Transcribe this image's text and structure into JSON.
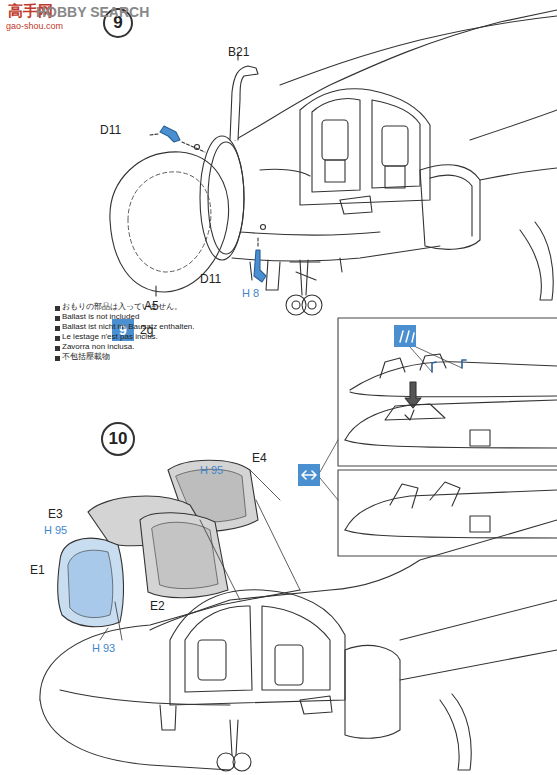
{
  "diagram": {
    "nodes": [
      {
        "text": [
          "9"
        ]
      },
      {
        "text": [
          "9"
        ]
      },
      {
        "text": [
          "10"
        ]
      }
    ],
    "labels": [
      "高手网",
      "HOBBY SEARCH",
      "gao-shou.com",
      "B21",
      "D11",
      "D11",
      "H 8",
      "A5",
      "2g",
      "おもりの部品は入っていません。",
      "Ballast is not included",
      "Ballast ist nicht im Bausatz enthalten.",
      "Le lestage n'est pas inclus.",
      "Zavorra non inclusa.",
      "不包括壓載物",
      "E4",
      "H 95",
      "E3",
      "H 95",
      "E2",
      "E1",
      "H 93"
    ]
  }
}
